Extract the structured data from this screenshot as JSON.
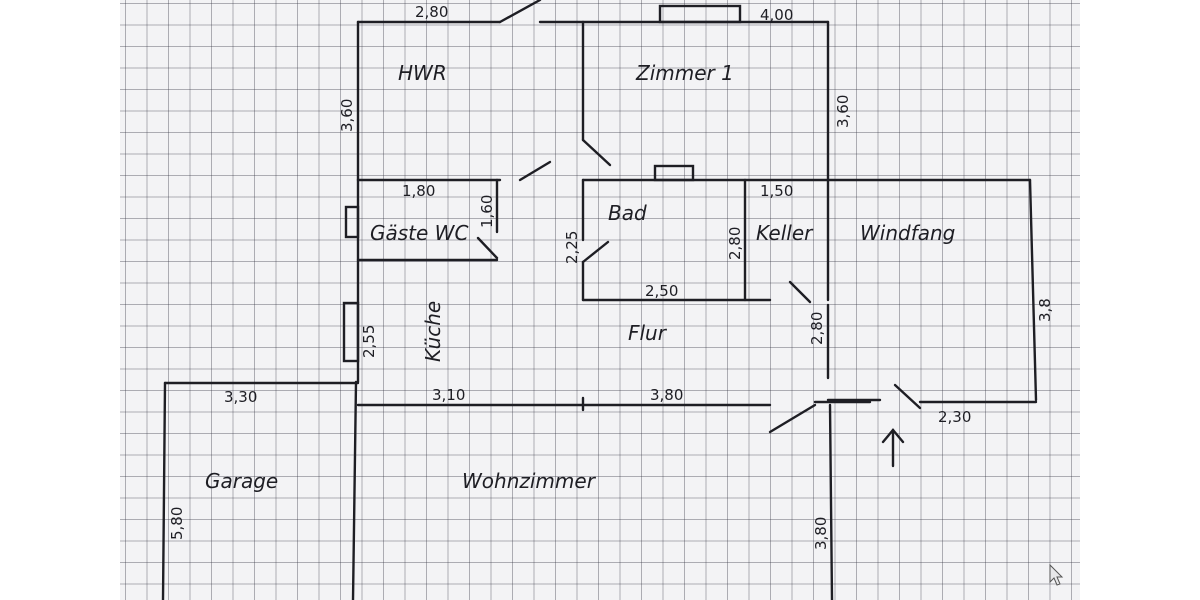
{
  "plan": {
    "rooms": {
      "hwr": "HWR",
      "zimmer1": "Zimmer 1",
      "gaeste_wc": "Gäste WC",
      "bad": "Bad",
      "keller": "Keller",
      "windfang": "Windfang",
      "kueche": "Küche",
      "flur": "Flur",
      "garage": "Garage",
      "wohnzimmer": "Wohnzimmer"
    },
    "dimensions": {
      "hwr_top": "2,80",
      "zimmer1_top": "4,00",
      "hwr_left": "3,60",
      "zimmer1_right": "3,60",
      "wc_top": "1,80",
      "wc_right": "1,60",
      "keller_top": "1,50",
      "bad_left": "2,25",
      "keller_left": "2,80",
      "bad_bottom": "2,50",
      "kueche_left": "2,55",
      "flur_right": "2,80",
      "windfang_right": "3,8",
      "garage_top": "3,30",
      "wohn_top_left": "3,10",
      "wohn_top_right": "3,80",
      "windfang_bottom": "2,30",
      "garage_left": "5,80",
      "wohn_right": "3,80"
    },
    "arrow_icon": "arrow-up-icon",
    "cursor_icon": "mouse-cursor-icon"
  }
}
